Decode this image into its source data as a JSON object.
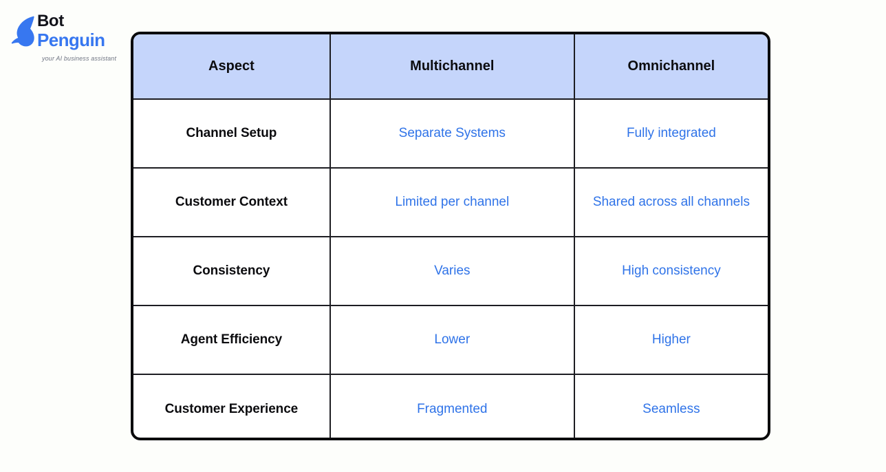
{
  "brand": {
    "icon": "penguin-logo-icon",
    "name_line1": "Bot",
    "name_line2": "Penguin",
    "tagline": "your AI business assistant",
    "mark_color": "#3777f0",
    "line1_color": "#12131a",
    "line2_color": "#3777f0"
  },
  "colors": {
    "header_background": "#c5d5fb",
    "table_border": "#0b0b0d",
    "grid_line": "#1d1d22",
    "value_text": "#2f73e8",
    "aspect_text": "#0c0c0f",
    "page_background": "#fdfefb"
  },
  "table": {
    "headers": {
      "aspect": "Aspect",
      "multichannel": "Multichannel",
      "omnichannel": "Omnichannel"
    },
    "rows": [
      {
        "aspect": "Channel Setup",
        "multichannel": "Separate Systems",
        "omnichannel": "Fully integrated"
      },
      {
        "aspect": "Customer Context",
        "multichannel": "Limited per channel",
        "omnichannel": "Shared across all channels"
      },
      {
        "aspect": "Consistency",
        "multichannel": "Varies",
        "omnichannel": "High consistency"
      },
      {
        "aspect": "Agent Efficiency",
        "multichannel": "Lower",
        "omnichannel": "Higher"
      },
      {
        "aspect": "Customer Experience",
        "multichannel": "Fragmented",
        "omnichannel": "Seamless"
      }
    ]
  }
}
